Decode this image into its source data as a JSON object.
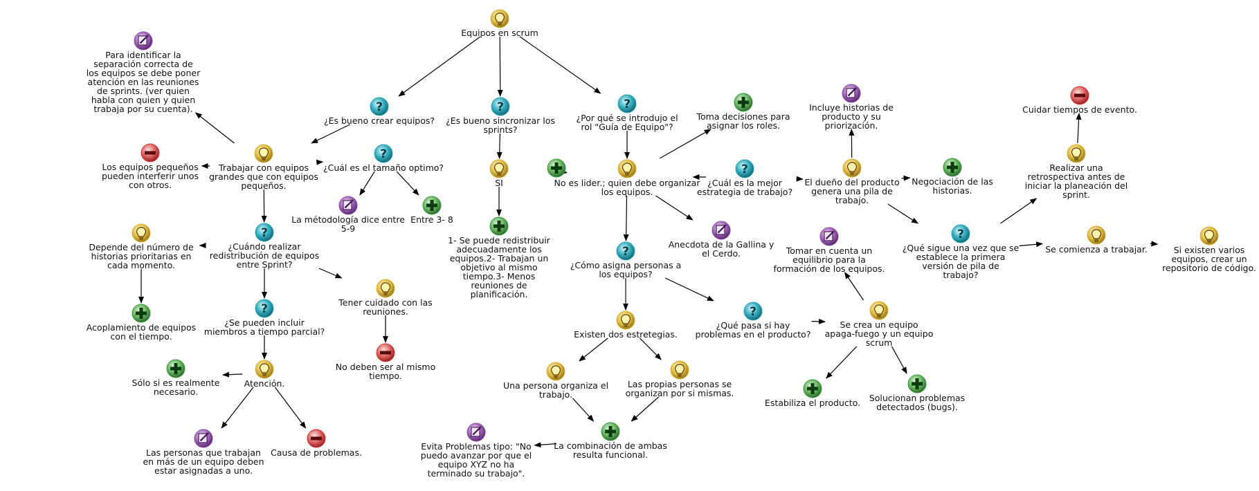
{
  "diagram": {
    "nodes": [
      {
        "id": "root",
        "type": "idea",
        "label": [
          "Equipos en scrum"
        ]
      },
      {
        "id": "q_crear",
        "type": "question",
        "label": [
          "¿Es bueno crear equipos?"
        ]
      },
      {
        "id": "q_sincro",
        "type": "question",
        "label": [
          "¿Es bueno sincronizar los",
          "sprints?"
        ]
      },
      {
        "id": "q_guia",
        "type": "question",
        "label": [
          "¿Por qué se introdujo el",
          "rol \"Guía de Equipo\"?"
        ]
      },
      {
        "id": "n_trabajar",
        "type": "idea",
        "label": [
          "Trabajar con equipos",
          "grandes que con equipos",
          "pequeños."
        ]
      },
      {
        "id": "n_identificar",
        "type": "note",
        "label": [
          "Para identificar la",
          "separación correcta de",
          "los equipos se debe poner",
          "atención en las reuniones",
          "de sprints. (ver quien",
          "habla con quien y quien",
          "trabaja por su cuenta)."
        ]
      },
      {
        "id": "n_pequenos",
        "type": "con",
        "label": [
          "Los equipos pequeños",
          "pueden interferir unos",
          "con otros."
        ]
      },
      {
        "id": "q_tamano",
        "type": "question",
        "label": [
          "¿Cuál es el tamaño optimo?"
        ]
      },
      {
        "id": "n_metodologia",
        "type": "note",
        "label": [
          "La métodología dice entre",
          "5-9"
        ]
      },
      {
        "id": "n_entre",
        "type": "pro",
        "label": [
          "Entre 3- 8"
        ]
      },
      {
        "id": "q_cuando",
        "type": "question",
        "label": [
          "¿Cuándo realizar",
          "redistribución de equipos",
          "entre Sprint?"
        ]
      },
      {
        "id": "n_depende",
        "type": "idea",
        "label": [
          "Depende del número de",
          "historias prioritarias en",
          "cada momento."
        ]
      },
      {
        "id": "n_acoplamiento",
        "type": "pro",
        "label": [
          "Acoplamiento de equipos",
          "con el tiempo."
        ]
      },
      {
        "id": "q_parcial",
        "type": "question",
        "label": [
          "¿Se pueden incluir",
          "miembros a tiempo parcial?"
        ]
      },
      {
        "id": "n_atencion",
        "type": "idea",
        "label": [
          "Atención."
        ]
      },
      {
        "id": "n_solo",
        "type": "pro",
        "label": [
          "Sólo si es realmente",
          "necesario."
        ]
      },
      {
        "id": "n_personas_mas",
        "type": "note",
        "label": [
          "Las personas que trabajan",
          "en más de un equipo deben",
          "estar asignadas a uno."
        ]
      },
      {
        "id": "n_causa",
        "type": "con",
        "label": [
          "Causa de problemas."
        ]
      },
      {
        "id": "n_cuidado",
        "type": "idea",
        "label": [
          "Tener cuidado con las",
          "reuniones."
        ]
      },
      {
        "id": "n_no_mismo",
        "type": "con",
        "label": [
          "No deben ser al mismo",
          "tiempo."
        ]
      },
      {
        "id": "n_si",
        "type": "idea",
        "label": [
          "SI"
        ]
      },
      {
        "id": "n_redistribuir",
        "type": "pro",
        "label": [
          "1- Se puede redistribuir",
          "adecuadamente los",
          "equipos.2- Trabajan un",
          "objetivo al mismo",
          "tiempo.3- Menos",
          "reuniones de",
          "planificación."
        ]
      },
      {
        "id": "n_quien",
        "type": "idea",
        "label": [
          "No es lider.; quien debe organizar",
          "los equipos."
        ]
      },
      {
        "id": "n_nolider",
        "type": "pro",
        "label": []
      },
      {
        "id": "n_decisiones",
        "type": "pro",
        "label": [
          "Toma decisiones para",
          "asignar los roles."
        ]
      },
      {
        "id": "q_estrategia",
        "type": "question",
        "label": [
          "¿Cuál es la mejor",
          "estrategia de trabajo?"
        ]
      },
      {
        "id": "n_anecdota",
        "type": "note",
        "label": [
          "Anecdota de la Gallina y",
          "el Cerdo."
        ]
      },
      {
        "id": "q_asigna",
        "type": "question",
        "label": [
          "¿Cómo asigna personas a",
          "los equipos?"
        ]
      },
      {
        "id": "n_dos",
        "type": "idea",
        "label": [
          "Existen dos estretegias."
        ]
      },
      {
        "id": "n_una",
        "type": "idea",
        "label": [
          "Una persona organiza el",
          "trabajo."
        ]
      },
      {
        "id": "n_propias",
        "type": "idea",
        "label": [
          "Las propias personas se",
          "organizan por si mismas."
        ]
      },
      {
        "id": "n_combinacion",
        "type": "pro",
        "label": [
          "La combinación de ambas",
          "resulta funcional."
        ]
      },
      {
        "id": "n_evita",
        "type": "note",
        "label": [
          "Evita Problemas tipo: \"No",
          "puedo avanzar por que el",
          "equipo XYZ no ha",
          "terminado su trabajo\"."
        ]
      },
      {
        "id": "q_problemas",
        "type": "question",
        "label": [
          "¿Qué pasa si hay",
          "problemas en el producto?"
        ]
      },
      {
        "id": "n_apaga",
        "type": "idea",
        "label": [
          "Se crea un equipo",
          "apaga-fuego y un equipo",
          "scrum"
        ]
      },
      {
        "id": "n_tomar",
        "type": "note",
        "label": [
          "Tomar en cuenta un",
          "equilibrio para la",
          "formación de los equipos."
        ]
      },
      {
        "id": "n_estabiliza",
        "type": "pro",
        "label": [
          "Estabiliza el producto."
        ]
      },
      {
        "id": "n_solucionan",
        "type": "pro",
        "label": [
          "Solucionan problemas",
          "detectados (bugs)."
        ]
      },
      {
        "id": "n_dueno",
        "type": "idea",
        "label": [
          "El dueño del producto",
          "genera una pila de",
          "trabajo."
        ]
      },
      {
        "id": "n_incluye",
        "type": "note",
        "label": [
          "Incluye historias de",
          "producto y su",
          "priorización."
        ]
      },
      {
        "id": "n_negociacion",
        "type": "pro",
        "label": [
          "Negociación de las",
          "historias."
        ]
      },
      {
        "id": "q_sigue",
        "type": "question",
        "label": [
          "¿Qué sigue una vez que se",
          "establece la primera",
          "versión de pila de",
          "trabajo?"
        ]
      },
      {
        "id": "n_retro",
        "type": "idea",
        "label": [
          "Realizar una",
          "retrospectiva antes de",
          "iniciar la planeación del",
          "sprint."
        ]
      },
      {
        "id": "n_cuidar",
        "type": "con",
        "label": [
          "Cuidar tiempos de evento."
        ]
      },
      {
        "id": "n_comienza",
        "type": "idea",
        "label": [
          "Se comienza a trabajar."
        ]
      },
      {
        "id": "n_varios",
        "type": "idea",
        "label": [
          "Si existen varios",
          "equipos, crear un",
          "repositorio de código."
        ]
      }
    ],
    "edges": [
      [
        "root",
        "q_crear"
      ],
      [
        "root",
        "q_sincro"
      ],
      [
        "root",
        "q_guia"
      ],
      [
        "q_crear",
        "n_trabajar"
      ],
      [
        "n_trabajar",
        "n_identificar"
      ],
      [
        "n_trabajar",
        "n_pequenos"
      ],
      [
        "n_trabajar",
        "q_tamano"
      ],
      [
        "q_tamano",
        "n_metodologia"
      ],
      [
        "q_tamano",
        "n_entre"
      ],
      [
        "n_trabajar",
        "q_cuando"
      ],
      [
        "q_cuando",
        "n_depende"
      ],
      [
        "n_depende",
        "n_acoplamiento"
      ],
      [
        "q_cuando",
        "q_parcial"
      ],
      [
        "q_parcial",
        "n_atencion"
      ],
      [
        "n_atencion",
        "n_solo"
      ],
      [
        "n_atencion",
        "n_personas_mas"
      ],
      [
        "n_atencion",
        "n_causa"
      ],
      [
        "q_cuando",
        "n_cuidado"
      ],
      [
        "n_cuidado",
        "n_no_mismo"
      ],
      [
        "q_sincro",
        "n_si"
      ],
      [
        "n_si",
        "n_redistribuir"
      ],
      [
        "q_guia",
        "n_quien"
      ],
      [
        "n_quien",
        "n_nolider"
      ],
      [
        "n_quien",
        "n_decisiones"
      ],
      [
        "n_quien",
        "q_estrategia"
      ],
      [
        "n_quien",
        "n_anecdota"
      ],
      [
        "n_quien",
        "q_asigna"
      ],
      [
        "q_asigna",
        "n_dos"
      ],
      [
        "n_dos",
        "n_una"
      ],
      [
        "n_dos",
        "n_propias"
      ],
      [
        "n_una",
        "n_combinacion"
      ],
      [
        "n_propias",
        "n_combinacion"
      ],
      [
        "n_combinacion",
        "n_evita"
      ],
      [
        "q_asigna",
        "q_problemas"
      ],
      [
        "q_problemas",
        "n_apaga"
      ],
      [
        "n_apaga",
        "n_tomar"
      ],
      [
        "n_apaga",
        "n_estabiliza"
      ],
      [
        "n_apaga",
        "n_solucionan"
      ],
      [
        "q_estrategia",
        "n_dueno"
      ],
      [
        "n_dueno",
        "n_incluye"
      ],
      [
        "n_dueno",
        "n_negociacion"
      ],
      [
        "n_dueno",
        "q_sigue"
      ],
      [
        "q_sigue",
        "n_retro"
      ],
      [
        "n_retro",
        "n_cuidar"
      ],
      [
        "q_sigue",
        "n_comienza"
      ],
      [
        "n_comienza",
        "n_varios"
      ]
    ]
  },
  "colors": {
    "idea": "#d9b23a",
    "question": "#2aa6b8",
    "pro": "#3f9a43",
    "con": "#d13c3c",
    "note": "#8d4aa6",
    "edge": "#000000"
  },
  "icon_names": {
    "idea": "lightbulb-icon",
    "question": "question-icon",
    "pro": "plus-icon",
    "con": "minus-icon",
    "note": "note-icon"
  }
}
